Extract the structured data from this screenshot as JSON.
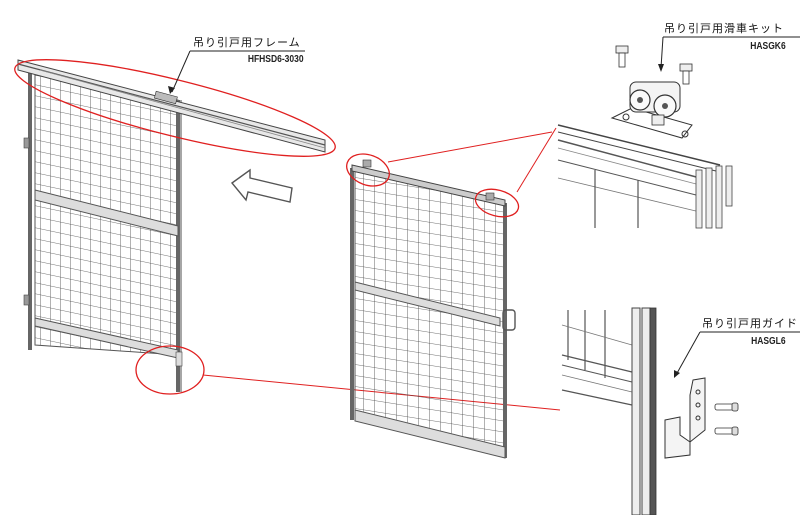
{
  "diagram": {
    "type": "hanging sliding door assembly",
    "colors": {
      "line": "#333333",
      "frame": "#6e6e6e",
      "highlight": "#e02020",
      "background": "#ffffff"
    },
    "callouts": [
      {
        "id": "frame",
        "label": "吊り引戸用フレーム",
        "code": "HFHSD6-3030"
      },
      {
        "id": "pulley-kit",
        "label": "吊り引戸用滑車キット",
        "code": "HASGK6"
      },
      {
        "id": "guide",
        "label": "吊り引戸用ガイド",
        "code": "HASGL6"
      }
    ],
    "arrow": {
      "direction": "left",
      "meaning": "slide-direction"
    },
    "components": [
      "left-door-with-top-rail",
      "sliding-door-panel",
      "pulley-detail-view",
      "guide-detail-view"
    ]
  }
}
